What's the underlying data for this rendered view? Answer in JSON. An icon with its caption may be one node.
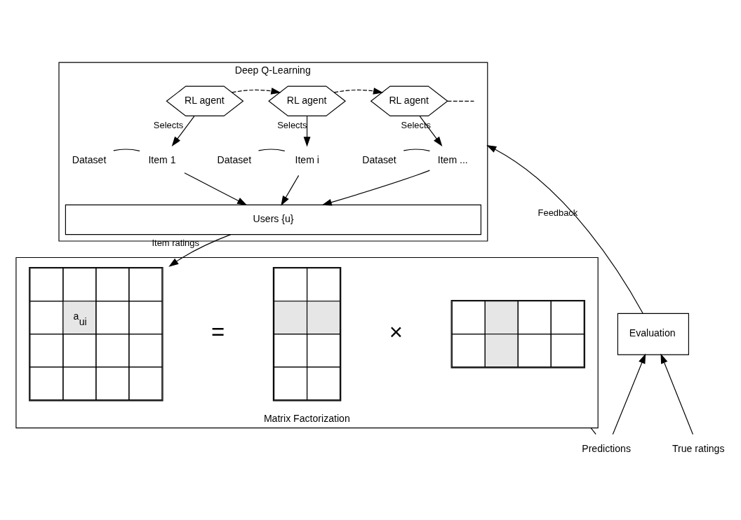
{
  "diagram": {
    "nodes": [
      {
        "text": [
          "Deep Q-Learning"
        ]
      },
      {
        "text": [
          "RL agent"
        ],
        "in": 0
      },
      {
        "text": [
          "RL agent"
        ],
        "in": 0
      },
      {
        "text": [
          "RL agent"
        ],
        "in": 0
      },
      {
        "text": [
          "Dataset"
        ],
        "in": 0
      },
      {
        "text": [
          "Item 1"
        ],
        "in": 0
      },
      {
        "text": [
          "Dataset"
        ],
        "in": 0
      },
      {
        "text": [
          "Item i"
        ],
        "in": 0
      },
      {
        "text": [
          "Dataset"
        ],
        "in": 0
      },
      {
        "text": [
          "Item ..."
        ],
        "in": 0
      },
      {
        "text": [
          "Users {u}"
        ],
        "in": 0
      },
      {
        "text": [
          "Matrix Factorization"
        ]
      },
      {
        "text": [
          "a$_{ui}$"
        ],
        "in": 11
      },
      {
        "text": [],
        "shape": "grid",
        "in": 11
      },
      {
        "text": [],
        "shape": "grid",
        "in": 11
      },
      {
        "text": [
          "Evaluation"
        ]
      },
      {
        "text": [
          "Predictions"
        ]
      },
      {
        "text": [
          "True ratings"
        ]
      }
    ],
    "edges": [
      {
        "from": 1,
        "to": 2,
        "arrow": "to",
        "style": "dashed"
      },
      {
        "from": 2,
        "to": 3,
        "arrow": "to",
        "style": "dashed"
      },
      {
        "from": 3,
        "to": null,
        "arrow": "none",
        "style": "dashed"
      },
      {
        "from": 1,
        "to": 5,
        "arrow": "to",
        "label": "Selects"
      },
      {
        "from": 2,
        "to": 7,
        "arrow": "to",
        "label": "Selects"
      },
      {
        "from": 3,
        "to": 9,
        "arrow": "to",
        "label": "Selects"
      },
      {
        "from": 4,
        "to": 5,
        "arrow": "none"
      },
      {
        "from": 6,
        "to": 7,
        "arrow": "none"
      },
      {
        "from": 8,
        "to": 9,
        "arrow": "none"
      },
      {
        "from": 5,
        "to": 10,
        "arrow": "to"
      },
      {
        "from": 7,
        "to": 10,
        "arrow": "to"
      },
      {
        "from": 9,
        "to": 10,
        "arrow": "to"
      },
      {
        "from": 10,
        "to": 12,
        "arrow": "to",
        "label": "Item ratings"
      },
      {
        "from": 11,
        "to": 16,
        "arrow": "none"
      },
      {
        "from": 16,
        "to": 15,
        "arrow": "to"
      },
      {
        "from": 17,
        "to": 15,
        "arrow": "to"
      },
      {
        "from": 15,
        "to": 0,
        "arrow": "to",
        "label": "Feedback"
      }
    ],
    "labels": [
      "=",
      "×"
    ]
  }
}
